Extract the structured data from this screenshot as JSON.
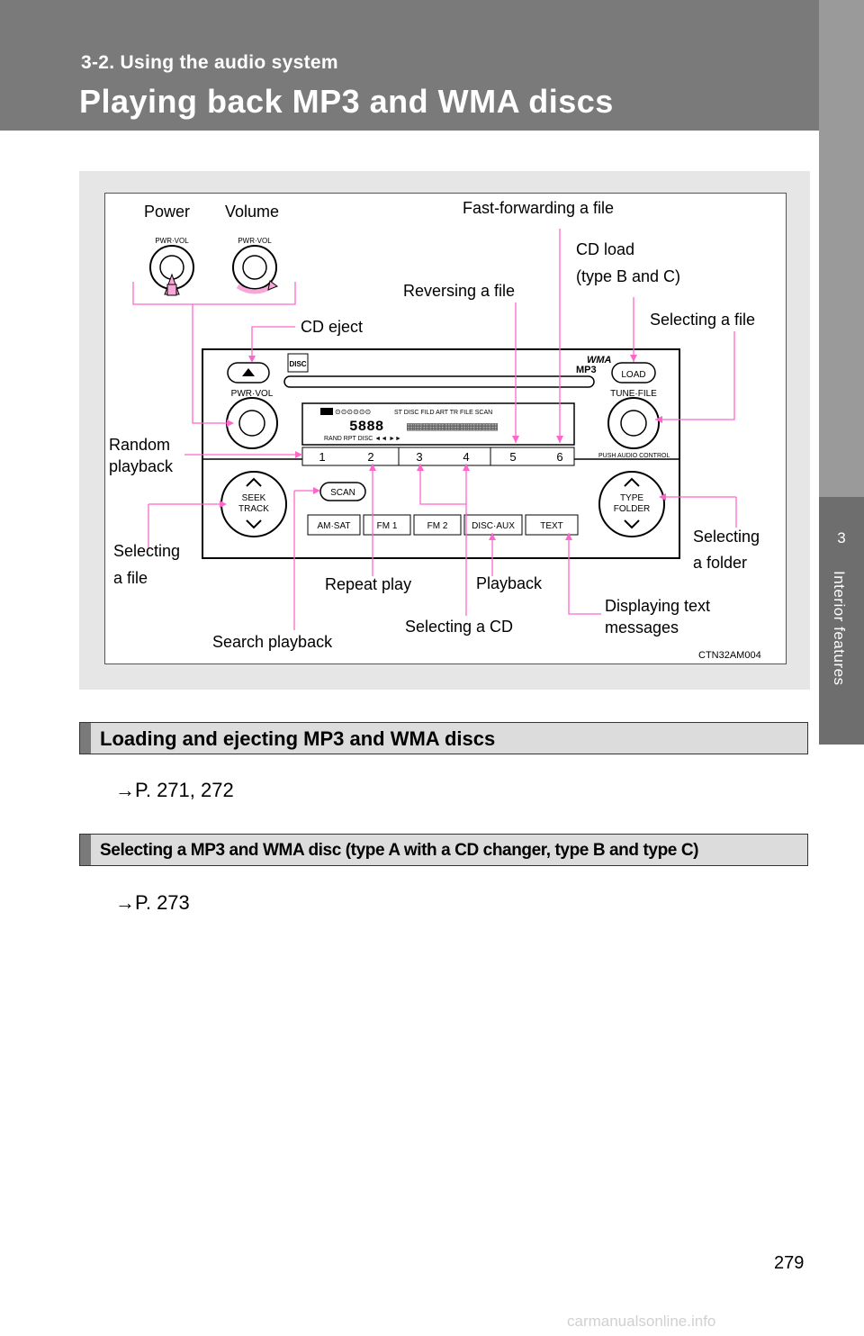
{
  "header": {
    "section": "3-2. Using the audio system",
    "title": "Playing back MP3 and WMA discs"
  },
  "side_tab": {
    "chapter_number": "3",
    "chapter_name": "Interior features"
  },
  "figure": {
    "id": "CTN32AM004",
    "labels": {
      "power": "Power",
      "volume": "Volume",
      "fast_forward": "Fast-forwarding a file",
      "cd_load_1": "CD load",
      "cd_load_2": "(type B and C)",
      "reversing": "Reversing a file",
      "selecting_file_top": "Selecting a file",
      "cd_eject": "CD eject",
      "random_1": "Random",
      "random_2": "playback",
      "selecting_file_left_1": "Selecting",
      "selecting_file_left_2": "a file",
      "selecting_folder_1": "Selecting",
      "selecting_folder_2": "a folder",
      "repeat_play": "Repeat play",
      "playback": "Playback",
      "displaying_text_1": "Displaying text",
      "displaying_text_2": "messages",
      "selecting_cd": "Selecting a CD",
      "search_playback": "Search playback"
    },
    "unit": {
      "pwr_vol": "PWR·VOL",
      "tune_file": "TUNE·FILE",
      "load": "LOAD",
      "wma": "WMA",
      "mp3": "MP3",
      "seek_1": "SEEK",
      "seek_2": "TRACK",
      "type_1": "TYPE",
      "type_2": "FOLDER",
      "scan": "SCAN",
      "push_audio": "PUSH AUDIO CONTROL",
      "presets": [
        "1",
        "2",
        "3",
        "4",
        "5",
        "6"
      ],
      "bands": [
        "AM·SAT",
        "FM 1",
        "FM 2",
        "DISC·AUX",
        "TEXT"
      ],
      "disp_top": "ST  DISC  FILD ART TR FILE  SCAN",
      "disp_bottom_rand": "RAND",
      "disp_bottom_rpt": "RPT",
      "disp_bottom_disc": "DISC"
    }
  },
  "sections": [
    {
      "heading": "Loading and ejecting MP3 and WMA discs",
      "ref": "→P. 271, 272"
    },
    {
      "heading": "Selecting a MP3 and WMA disc (type A with a CD changer, type B and type C)",
      "ref": "→P. 273"
    }
  ],
  "page_number": "279",
  "watermark": "carmanualsonline.info",
  "colors": {
    "header": "#7a7a7a",
    "leader": "#ff66cc",
    "figure_bg": "#e6e6e6"
  }
}
